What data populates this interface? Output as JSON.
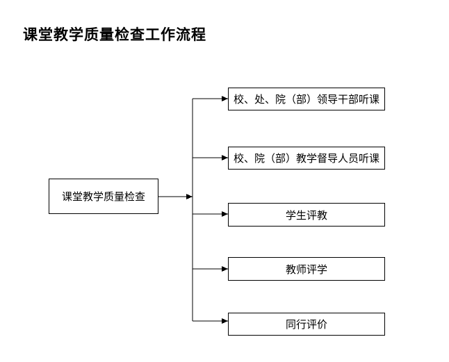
{
  "title": "课堂教学质量检查工作流程",
  "diagram": {
    "root": {
      "label": "课堂教学质量检查"
    },
    "branches": [
      {
        "label": "校、处、院（部）领导干部听课"
      },
      {
        "label": "校、院（部）教学督导人员听课"
      },
      {
        "label": "学生评教"
      },
      {
        "label": "教师评学"
      },
      {
        "label": "同行评价"
      }
    ]
  },
  "colors": {
    "background": "#ffffff",
    "line": "#000000",
    "box_border": "#000000",
    "box_fill": "#ffffff",
    "text": "#000000"
  }
}
